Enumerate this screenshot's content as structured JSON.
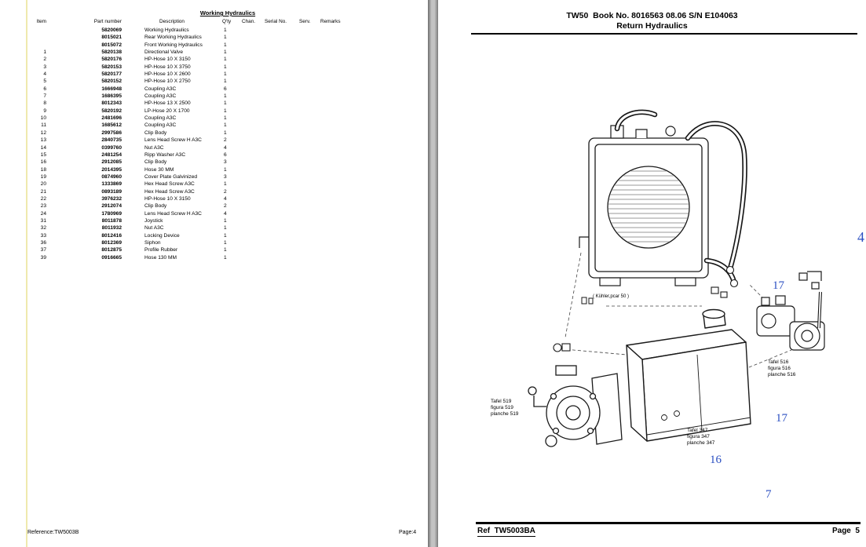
{
  "left_page": {
    "title": "Working Hydraulics",
    "columns": [
      "Item",
      "Part number",
      "Description",
      "Q'ty",
      "Chan.",
      "Serial No.",
      "Serv.",
      "Remarks"
    ],
    "rows": [
      {
        "item": "",
        "part": "5820069",
        "desc": "Working Hydraulics",
        "qty": "1"
      },
      {
        "item": "",
        "part": "8015021",
        "desc": "Rear Working Hydraulics",
        "qty": "1"
      },
      {
        "item": "",
        "part": "8015072",
        "desc": "Front Working Hydraulics",
        "qty": "1"
      },
      {
        "item": "1",
        "part": "5820138",
        "desc": "Directional Valve",
        "qty": "1"
      },
      {
        "item": "2",
        "part": "5820176",
        "desc": "HP-Hose 10 X 3150",
        "qty": "1"
      },
      {
        "item": "3",
        "part": "5820153",
        "desc": "HP-Hose 10 X 3750",
        "qty": "1"
      },
      {
        "item": "4",
        "part": "5820177",
        "desc": "HP-Hose 10 X 2600",
        "qty": "1"
      },
      {
        "item": "5",
        "part": "5820152",
        "desc": "HP-Hose 10 X 2750",
        "qty": "1"
      },
      {
        "item": "6",
        "part": "1666948",
        "desc": "Coupling A3C",
        "qty": "6"
      },
      {
        "item": "7",
        "part": "1686395",
        "desc": "Coupling A3C",
        "qty": "1"
      },
      {
        "item": "8",
        "part": "8012343",
        "desc": "HP-Hose 13 X 2500",
        "qty": "1"
      },
      {
        "item": "9",
        "part": "5820192",
        "desc": "LP-Hose 20 X 1700",
        "qty": "1"
      },
      {
        "item": "10",
        "part": "2481696",
        "desc": "Coupling A3C",
        "qty": "1"
      },
      {
        "item": "11",
        "part": "1685612",
        "desc": "Coupling A3C",
        "qty": "1"
      },
      {
        "item": "12",
        "part": "2997586",
        "desc": "Clip Body",
        "qty": "1"
      },
      {
        "item": "13",
        "part": "2840735",
        "desc": "Lens Head Screw H A3C",
        "qty": "2"
      },
      {
        "item": "14",
        "part": "0399760",
        "desc": "Nut A3C",
        "qty": "4"
      },
      {
        "item": "15",
        "part": "2481254",
        "desc": "Ripp Washer A3C",
        "qty": "6"
      },
      {
        "item": "16",
        "part": "2912085",
        "desc": "Clip Body",
        "qty": "3"
      },
      {
        "item": "18",
        "part": "2014395",
        "desc": "Hose 30 MM",
        "qty": "1"
      },
      {
        "item": "19",
        "part": "0874960",
        "desc": "Cover Plate Galvinized",
        "qty": "3"
      },
      {
        "item": "20",
        "part": "1333869",
        "desc": "Hex Head Screw A3C",
        "qty": "1"
      },
      {
        "item": "21",
        "part": "0893189",
        "desc": "Hex Head Screw A3C",
        "qty": "2"
      },
      {
        "item": "22",
        "part": "3976232",
        "desc": "HP-Hose 10 X 3150",
        "qty": "4"
      },
      {
        "item": "23",
        "part": "2912074",
        "desc": "Clip Body",
        "qty": "2"
      },
      {
        "item": "24",
        "part": "1780969",
        "desc": "Lens Head Screw H A3C",
        "qty": "4"
      },
      {
        "item": "31",
        "part": "8011878",
        "desc": "Joystick",
        "qty": "1"
      },
      {
        "item": "32",
        "part": "8011932",
        "desc": "Nut A3C",
        "qty": "1"
      },
      {
        "item": "33",
        "part": "8012416",
        "desc": "Locking Device",
        "qty": "1"
      },
      {
        "item": "36",
        "part": "8012369",
        "desc": "Siphon",
        "qty": "1"
      },
      {
        "item": "37",
        "part": "8012875",
        "desc": "Profile Rubber",
        "qty": "1"
      },
      {
        "item": "39",
        "part": "0916665",
        "desc": "Hose 130 MM",
        "qty": "1"
      }
    ],
    "footer_reference": "Reference:TW5003B",
    "footer_page": "Page:4"
  },
  "right_page": {
    "header_line1": "TW50  Book No. 8016563 08.06 S/N E104063",
    "header_line2": "Return Hydraulics",
    "note": "( Kühler,pcar  50 )",
    "labels": {
      "tafel519": [
        "Tafel 519",
        "figura 519",
        "planche 519"
      ],
      "tafel347": [
        "Tafel 347",
        "figura 347",
        "planche 347"
      ],
      "tafel516": [
        "Tafel 516",
        "figura 516",
        "planche 516"
      ]
    },
    "callouts": [
      "17",
      "17",
      "16",
      "7",
      "4"
    ],
    "accent_color": "#2b4fc2",
    "footer_ref": "Ref  TW5003BA",
    "footer_page": "Page  5"
  }
}
